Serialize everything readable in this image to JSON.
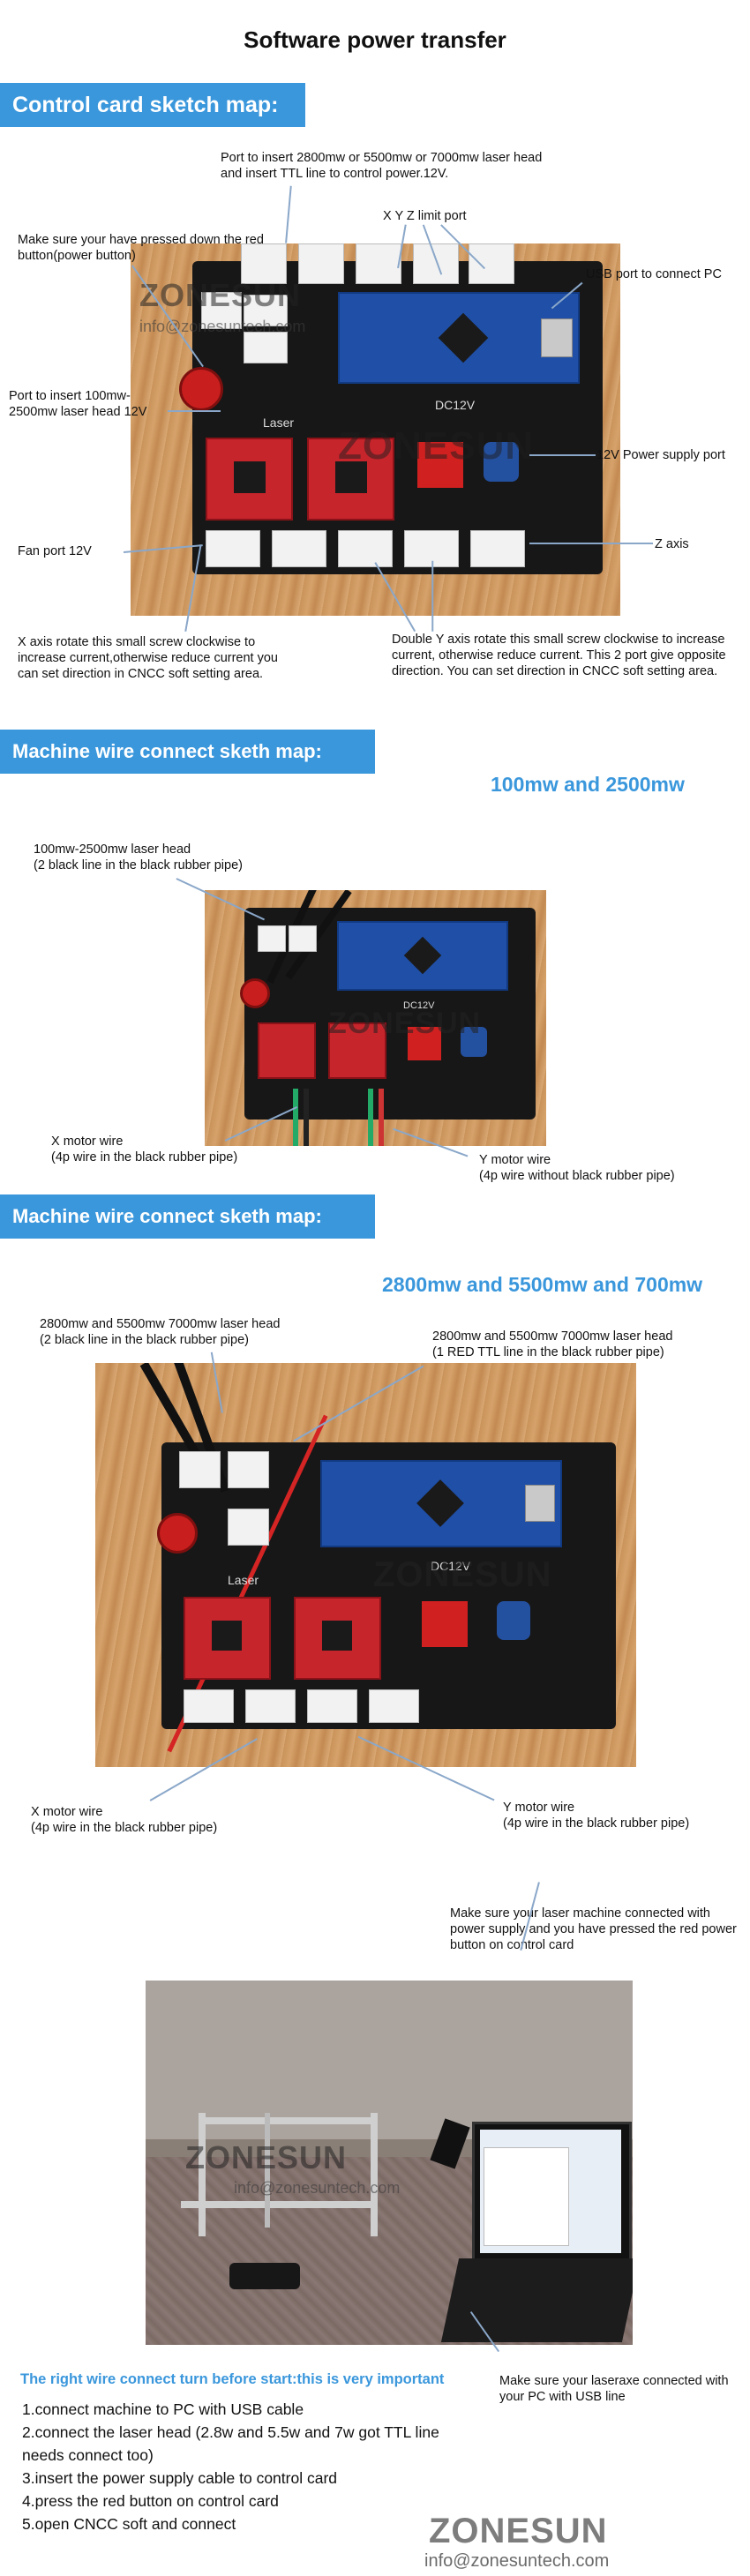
{
  "page": {
    "title": "Software power transfer"
  },
  "section1": {
    "banner": "Control card sketch map:",
    "annotations": {
      "laser_port": "Port to insert 2800mw or 5500mw or 7000mw laser head and insert TTL line to control power.12V.",
      "xyz_limit": "X  Y  Z limit port",
      "red_button": "Make sure  your have pressed down the red button(power button)",
      "usb_port": "USB port to connect PC",
      "laser_100mw": "Port to insert 100mw-2500mw laser head 12V",
      "power_port": "12V Power supply port",
      "fan_port": "Fan port 12V",
      "z_axis": "Z axis",
      "x_axis": "X axis rotate this small screw clockwise to increase current,otherwise reduce current you can set direction in CNCC soft setting area.",
      "y_axis": "Double Y axis rotate this small screw clockwise to increase current, otherwise reduce current. This 2 port give opposite direction. You can set direction in CNCC soft setting area."
    }
  },
  "section2": {
    "banner": "Machine wire connect sketh map:",
    "subtitle": "100mw and 2500mw",
    "annotations": {
      "laser_head": "100mw-2500mw laser head\n(2 black line in the black rubber pipe)",
      "x_motor": "X motor wire\n(4p wire in  the black rubber pipe)",
      "y_motor": "Y motor wire\n(4p wire without black rubber pipe)"
    }
  },
  "section3": {
    "banner": "Machine wire connect sketh map:",
    "subtitle": "2800mw and 5500mw and 700mw",
    "annotations": {
      "laser_head_left": "2800mw and 5500mw 7000mw laser head\n(2 black line in the black rubber pipe)",
      "laser_head_right": "2800mw and 5500mw 7000mw laser head\n(1 RED TTL line in the black rubber pipe)",
      "x_motor": "X motor wire\n(4p wire in the black rubber pipe)",
      "y_motor": "Y  motor wire\n(4p wire in the black rubber pipe)"
    }
  },
  "section4": {
    "note_top": "Make sure your laser machine connected with power supply and you have pressed the red power button on control card",
    "note_usb": "Make sure your laseraxe connected with your PC with USB line",
    "important": "The right wire connect turn before start:this is very important",
    "steps": [
      "1.connect machine to PC with USB cable",
      "2.connect the laser head (2.8w and 5.5w and 7w got TTL line needs connect too)",
      "3.insert the power supply cable to control card",
      "4.press the red button on control card",
      "5.open CNCC soft and connect"
    ]
  },
  "photo_text": {
    "board_label_dc": "DC12V",
    "board_label_laser": "Laser",
    "watermark": "ZONESUN",
    "watermark_email": "info@zonesuntech.com"
  },
  "footer": {
    "brand": "ZONESUN",
    "email": "info@zonesuntech.com"
  },
  "colors": {
    "banner": "#3a97dc",
    "subtitle": "#3a97dc",
    "pcb": "#171717",
    "nano_board": "#1f4fa6",
    "driver_board": "#c7252c"
  }
}
